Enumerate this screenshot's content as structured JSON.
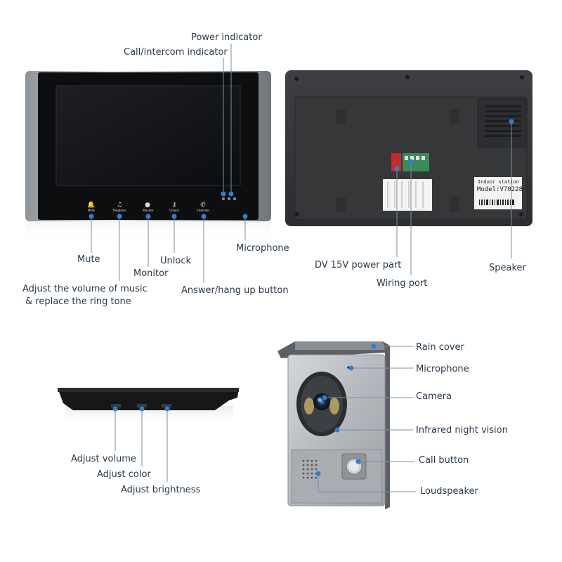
{
  "colors": {
    "callout": "#2f7fd1",
    "label_text": "#2a3a4a",
    "device_black": "#1a1a1a",
    "silver": "#b9bdc2"
  },
  "monitor_front": {
    "buttons": [
      "Mute",
      "Ringtone",
      "Monitor",
      "Unlock",
      "Intercom"
    ],
    "labels": {
      "power_indicator": "Power indicator",
      "call_indicator": "Call/intercom indicator",
      "microphone": "Microphone",
      "mute": "Mute",
      "monitor": "Monitor",
      "unlock": "Unlock",
      "music_line1": "Adjust the volume of music",
      "music_line2": "& replace the ring tone",
      "answer": "Answer/hang up button"
    }
  },
  "monitor_back": {
    "sticker": {
      "title": "Indoor station",
      "model": "Model:V70228"
    },
    "labels": {
      "power_port": "DV 15V power part",
      "wiring_port": "Wiring port",
      "speaker": "Speaker"
    }
  },
  "monitor_side": {
    "labels": {
      "volume": "Adjust volume",
      "color": "Adjust color",
      "brightness": "Adjust brightness"
    }
  },
  "doorbell": {
    "labels": {
      "rain_cover": "Rain cover",
      "microphone": "Microphone",
      "camera": "Camera",
      "infrared": "Infrared night vision",
      "call_button": "Call button",
      "loudspeaker": "Loudspeaker"
    }
  }
}
